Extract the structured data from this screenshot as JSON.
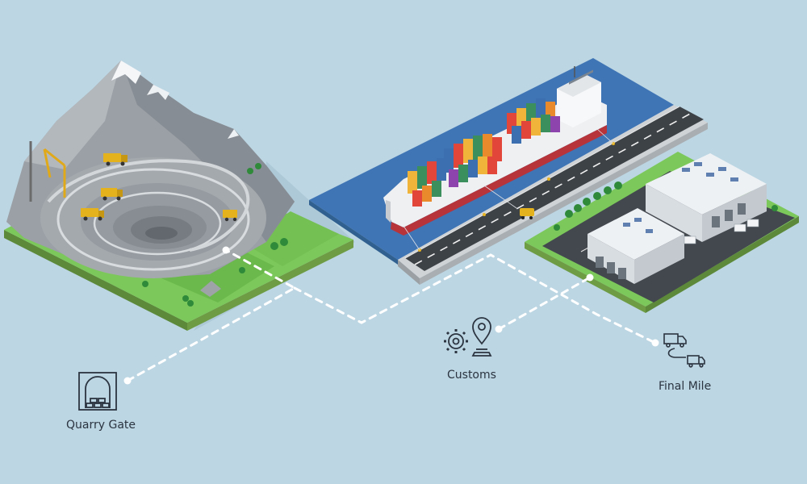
{
  "stops": {
    "quarry_gate": {
      "label": "Quarry Gate",
      "icon": "quarry-gate-icon"
    },
    "customs": {
      "label": "Customs",
      "icon": "customs-gear-pin-icon"
    },
    "final_mile": {
      "label": "Final Mile",
      "icon": "delivery-trucks-icon"
    }
  },
  "colors": {
    "background": "#bcd6e3",
    "water": "#3f74b5",
    "grass": "#7cc85a",
    "rock": "#9aa0a6",
    "route": "#ffffff",
    "text": "#2b3440"
  }
}
